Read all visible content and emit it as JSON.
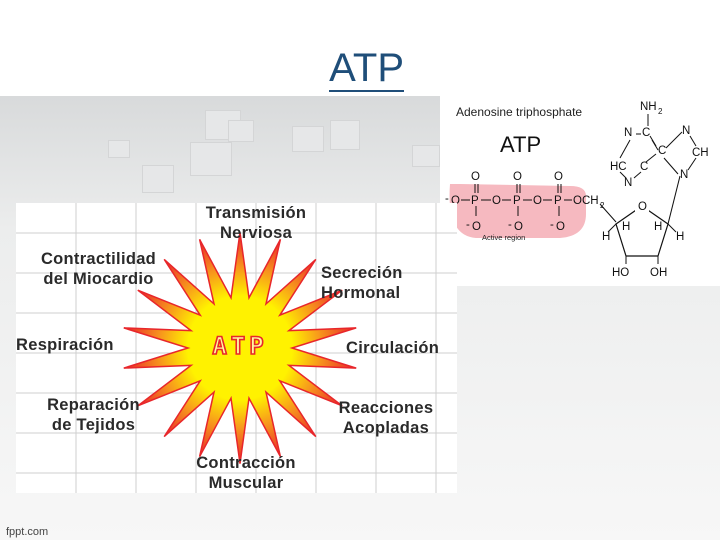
{
  "slide": {
    "title": "ATP",
    "footer": "fppt.com"
  },
  "molecule": {
    "caption": "Adenosine triphosphate",
    "name": "ATP",
    "region_label": "Active region"
  },
  "diagram": {
    "center_label": "ATP",
    "labels": [
      {
        "key": "transmision",
        "line1": "Transmisión",
        "line2": "Nerviosa"
      },
      {
        "key": "contractilidad",
        "line1": "Contractilidad",
        "line2": "del Miocardio"
      },
      {
        "key": "secrecion",
        "line1": "Secreción",
        "line2": "Hormonal"
      },
      {
        "key": "respiracion",
        "line1": "Respiración",
        "line2": ""
      },
      {
        "key": "circulacion",
        "line1": "Circulación",
        "line2": ""
      },
      {
        "key": "reparacion",
        "line1": "Reparación",
        "line2": "de Tejidos"
      },
      {
        "key": "reacciones",
        "line1": "Reacciones",
        "line2": "Acopladas"
      },
      {
        "key": "contraccion",
        "line1": "Contracción",
        "line2": "Muscular"
      }
    ]
  },
  "colors": {
    "title": "#1f4e79",
    "star_outer": "#e8262b",
    "star_mid": "#f7941d",
    "star_inner": "#fff200",
    "active_region": "#f6b9c0"
  }
}
